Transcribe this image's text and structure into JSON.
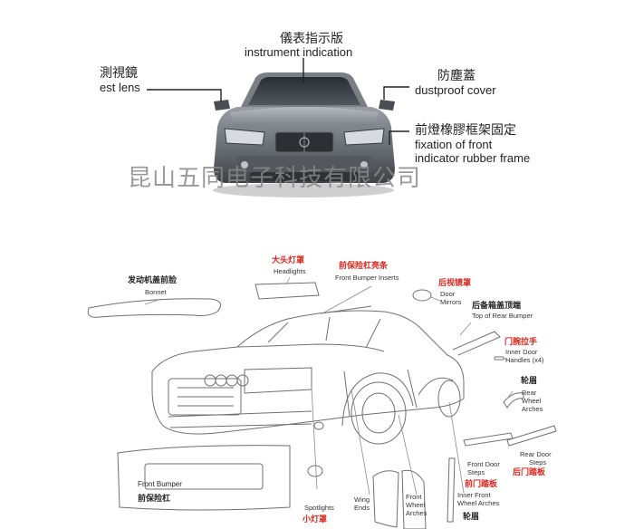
{
  "top_section": {
    "labels": {
      "instrument_zh": "儀表指示版",
      "instrument_en": "instrument indication",
      "est_lens_zh": "測視鏡",
      "est_lens_en": "est lens",
      "dustproof_zh": "防塵蓋",
      "dustproof_en": "dustproof cover",
      "fixation_zh": "前燈橡膠框架固定",
      "fixation_en1": "fixation of front",
      "fixation_en2": "indicator rubber frame"
    },
    "watermark": "昆山五同电子科技有限公司"
  },
  "bottom_section": {
    "labels": {
      "headlights_zh": "大头灯罩",
      "headlights_en": "Headlights",
      "front_bumper_inserts_zh": "前保险杠亮条",
      "front_bumper_inserts_en": "Front Bumper Inserts",
      "bonnet_zh": "发动机盖前脸",
      "bonnet_en": "Bonnet",
      "door_mirrors_zh": "后视镜罩",
      "door_mirrors_en1": "Door",
      "door_mirrors_en2": "Mirrors",
      "rear_bumper_zh": "后备箱盖顶端",
      "rear_bumper_en": "Top of Rear Bumper",
      "inner_door_zh": "门腕拉手",
      "inner_door_en1": "Inner Door",
      "inner_door_en2": "Handles (x4)",
      "rear_wheel_zh": "轮眉",
      "rear_wheel_en1": "Rear",
      "rear_wheel_en2": "Wheel",
      "rear_wheel_en3": "Arches",
      "rear_door_steps_zh": "后门踏板",
      "rear_door_steps_en1": "Rear Door",
      "rear_door_steps_en2": "Steps",
      "front_door_steps_zh": "前门踏板",
      "front_door_steps_en1": "Front Door",
      "front_door_steps_en2": "Steps",
      "front_bumper_zh": "前保险杠",
      "front_bumper_en": "Front Bumper",
      "spotlights_zh": "小灯罩",
      "spotlights_en": "Spotlights",
      "wing_ends_en1": "Wing",
      "wing_ends_en2": "Ends",
      "front_wheel_en1": "Front",
      "front_wheel_en2": "Wheel",
      "front_wheel_en3": "Arches",
      "inner_front_zh": "轮眉",
      "inner_front_en1": "Inner Front",
      "inner_front_en2": "Wheel Arches"
    }
  }
}
